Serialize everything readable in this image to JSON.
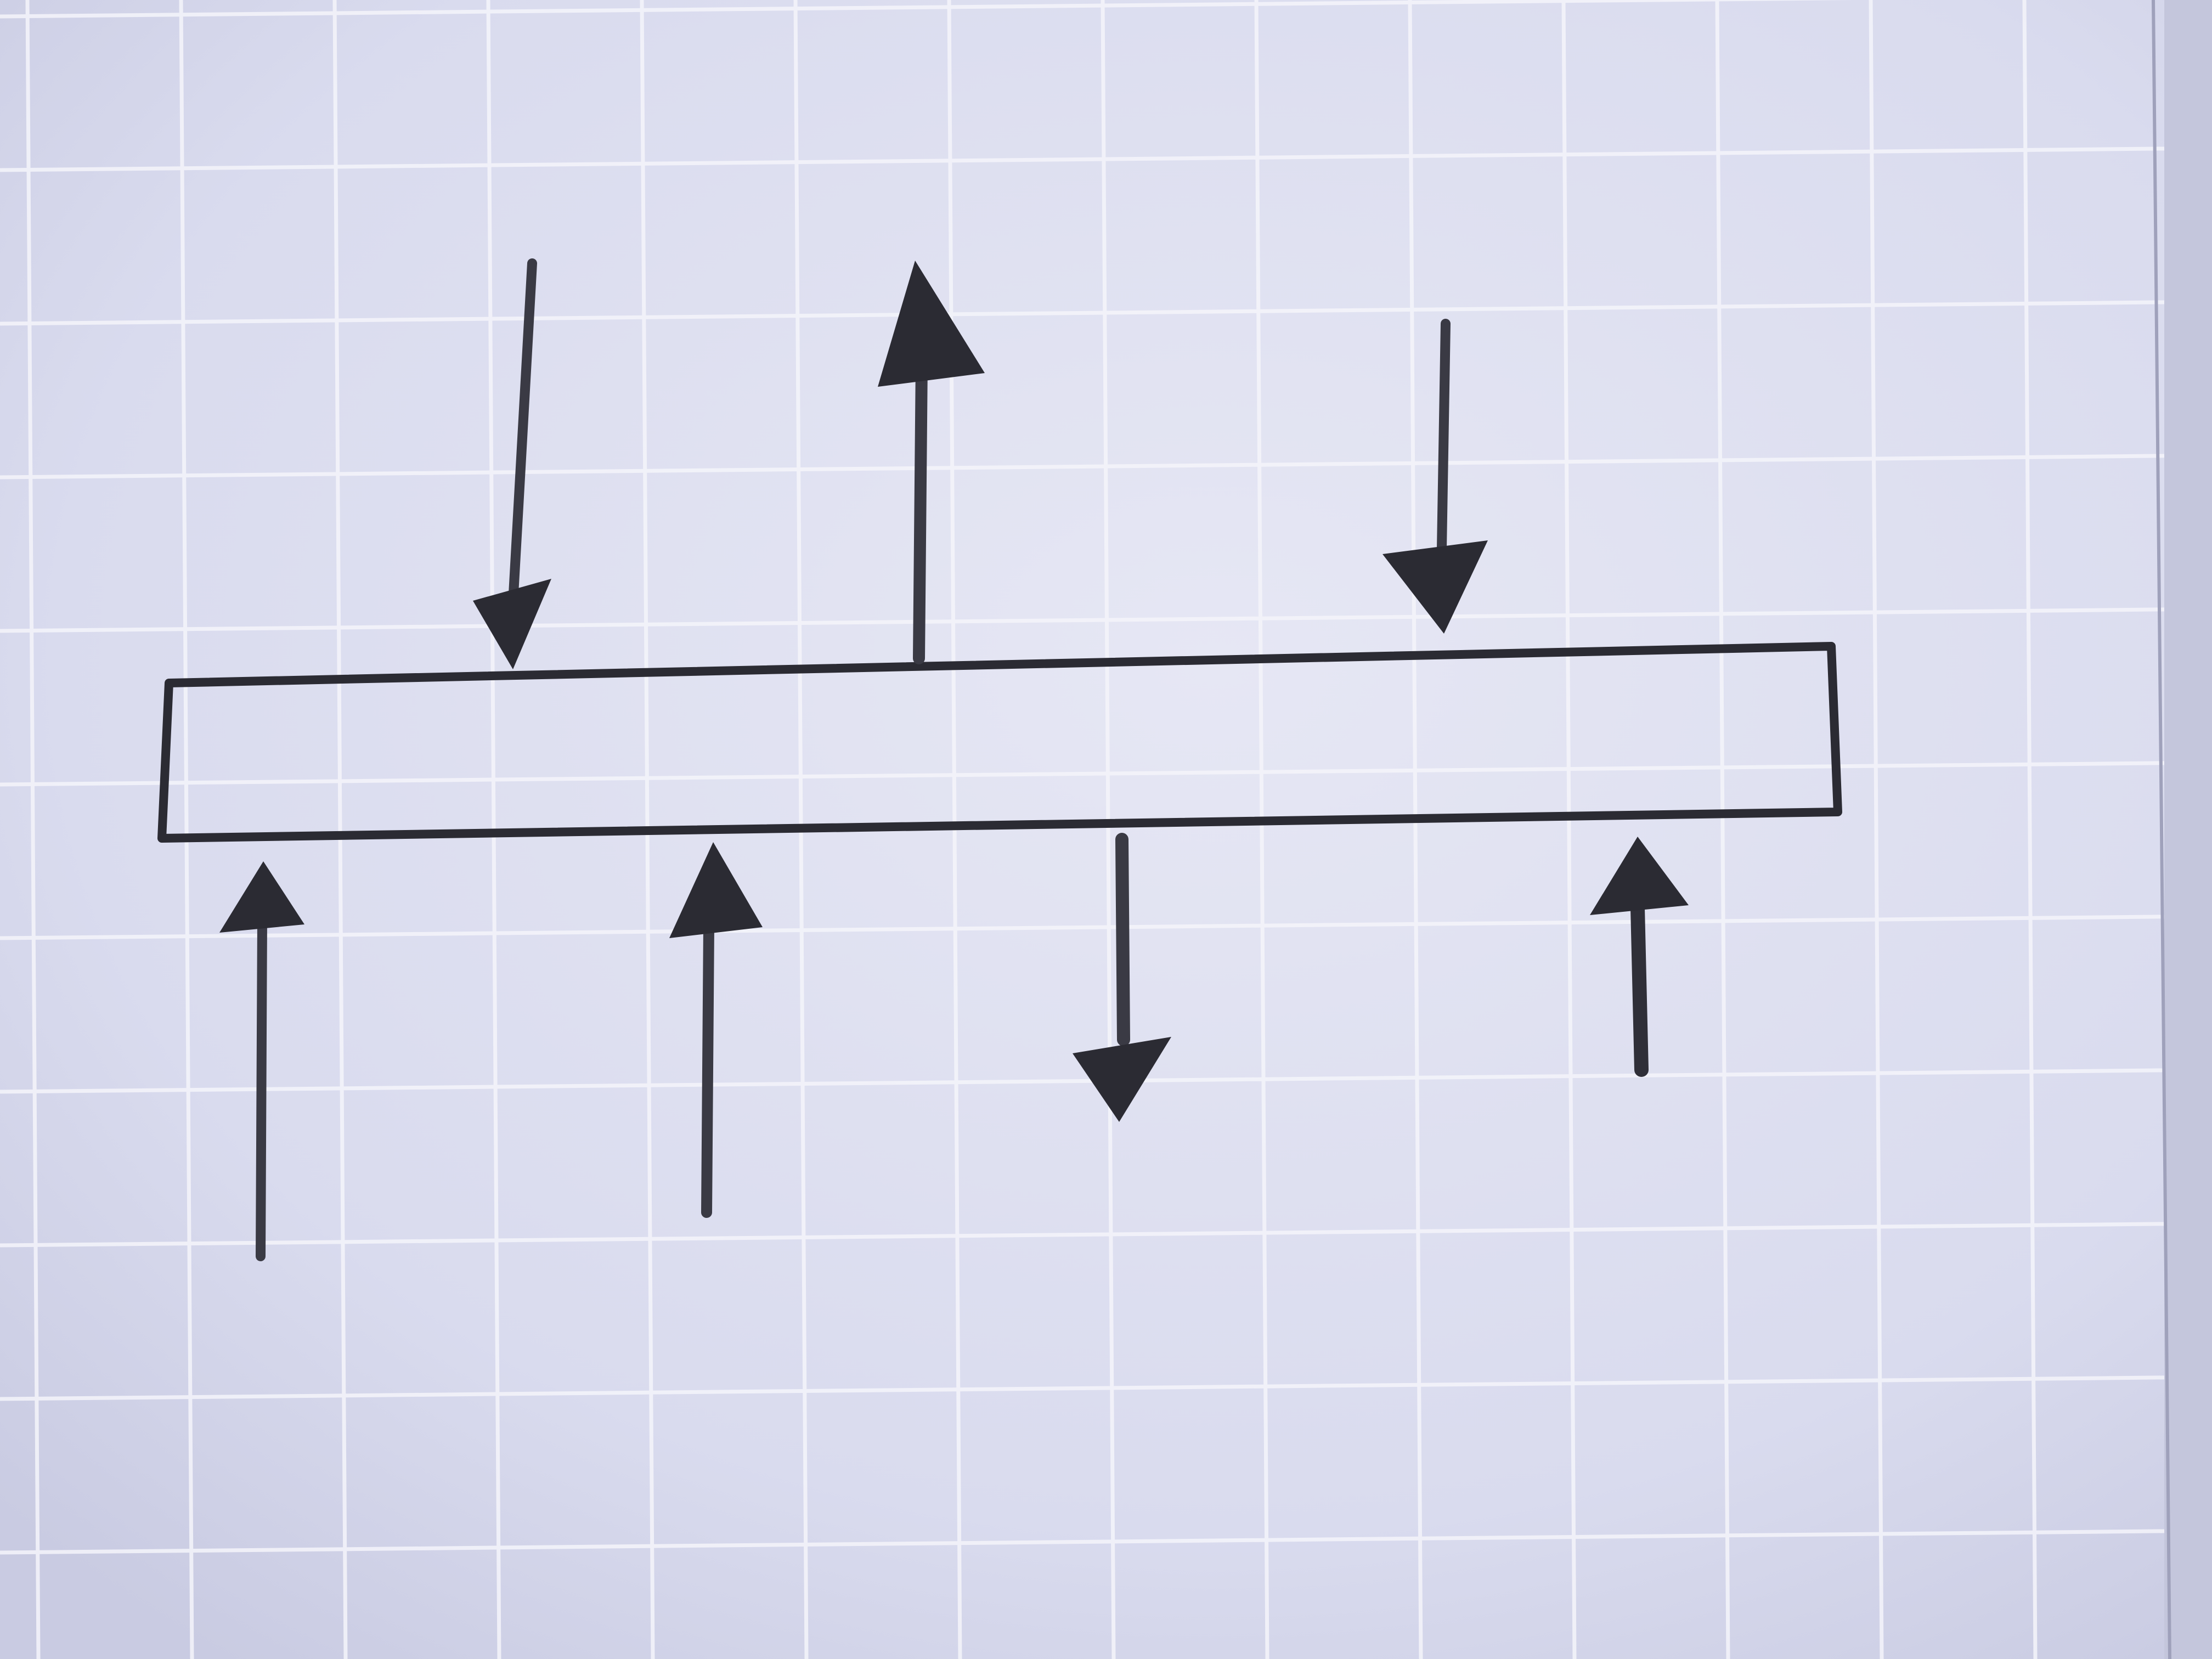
{
  "paper": {
    "background": "#dfe0f0",
    "grid_color": "#f5f5fb",
    "ink_color": "#2b2b33",
    "pencil_color": "#4a4a55"
  },
  "diagram": {
    "beam": {
      "shape": "rectangle",
      "orientation": "horizontal"
    },
    "arrows": [
      {
        "id": "arrow-top-1",
        "side": "top",
        "direction": "down"
      },
      {
        "id": "arrow-top-2",
        "side": "top",
        "direction": "up"
      },
      {
        "id": "arrow-top-3",
        "side": "top",
        "direction": "down"
      },
      {
        "id": "arrow-bottom-1",
        "side": "bottom",
        "direction": "up"
      },
      {
        "id": "arrow-bottom-2",
        "side": "bottom",
        "direction": "up"
      },
      {
        "id": "arrow-bottom-3",
        "side": "bottom",
        "direction": "down"
      },
      {
        "id": "arrow-bottom-4",
        "side": "bottom",
        "direction": "up"
      }
    ]
  }
}
